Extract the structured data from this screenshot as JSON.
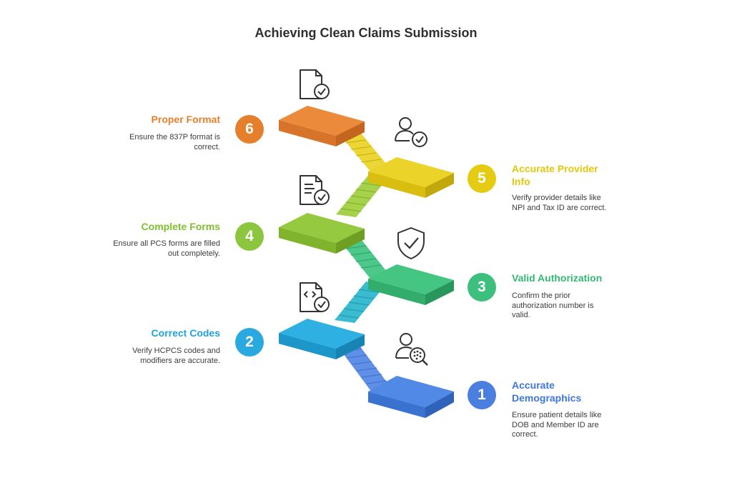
{
  "title": "Achieving Clean Claims Submission",
  "steps": [
    {
      "number": "1",
      "title": "Accurate Demographics",
      "description": "Ensure patient details like DOB and Member ID are correct.",
      "color": "#4a7fe0",
      "icon": "patient-search-icon"
    },
    {
      "number": "2",
      "title": "Correct Codes",
      "description": "Verify HCPCS codes and modifiers are accurate.",
      "color": "#29a9e0",
      "icon": "code-document-check-icon"
    },
    {
      "number": "3",
      "title": "Valid Authorization",
      "description": "Confirm the prior authorization number is valid.",
      "color": "#3dc07e",
      "icon": "shield-check-icon"
    },
    {
      "number": "4",
      "title": "Complete Forms",
      "description": "Ensure all PCS forms are filled out completely.",
      "color": "#8cc63f",
      "icon": "form-document-check-icon"
    },
    {
      "number": "5",
      "title": "Accurate Provider Info",
      "description": "Verify provider details like NPI and Tax ID are correct.",
      "color": "#e5cc12",
      "icon": "user-check-icon"
    },
    {
      "number": "6",
      "title": "Proper Format",
      "description": "Ensure the 837P format is correct.",
      "color": "#e57f2b",
      "icon": "file-check-icon"
    }
  ]
}
